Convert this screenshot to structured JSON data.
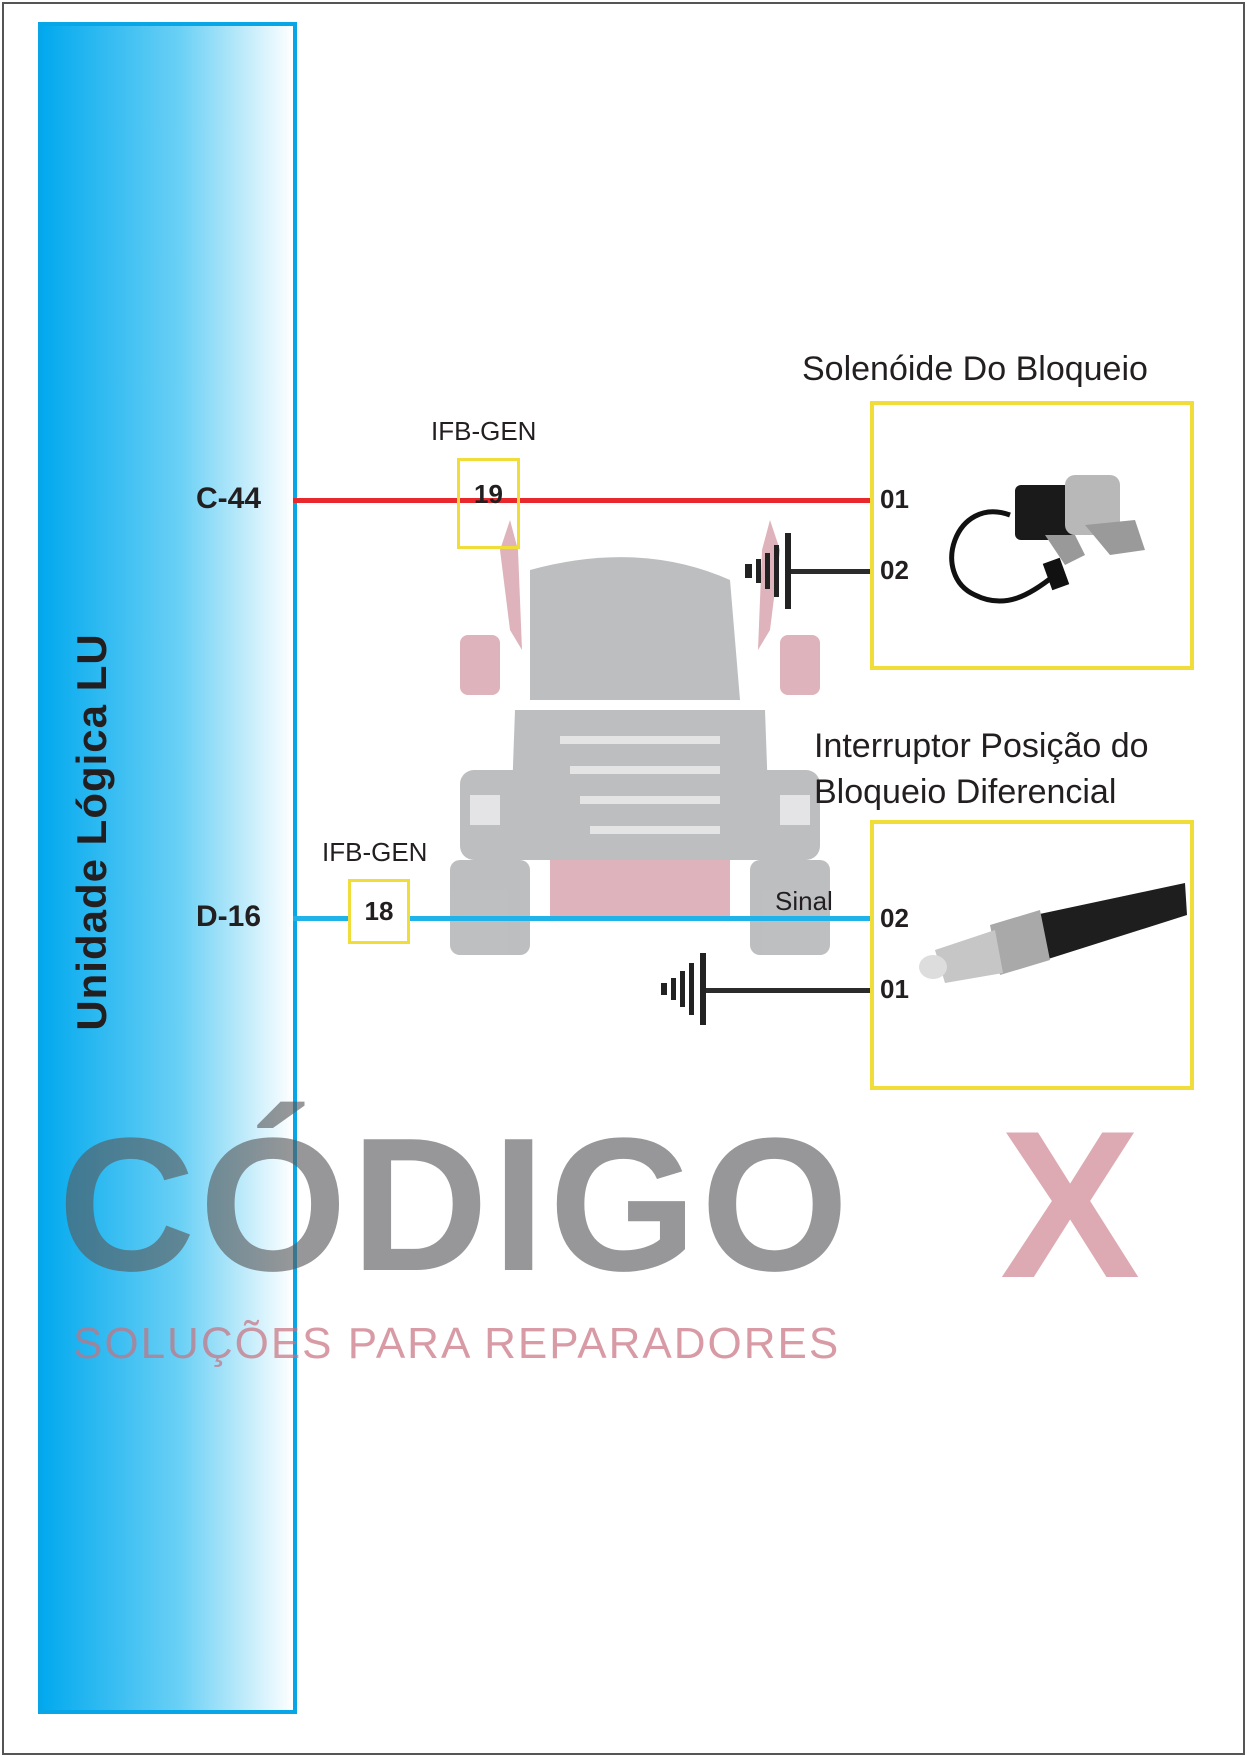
{
  "ecu": {
    "label": "Unidade Lógica LU"
  },
  "circuits": [
    {
      "ecu_pin": "C-44",
      "connector_label": "IFB-GEN",
      "connector_pin": "19",
      "wire_color": "#e8282d",
      "component_pin": "01"
    },
    {
      "ecu_pin": "D-16",
      "connector_label": "IFB-GEN",
      "connector_pin": "18",
      "wire_color": "#1fb3ea",
      "component_pin": "02",
      "wire_note": "Sinal"
    }
  ],
  "components": [
    {
      "title": "Solenóide Do Bloqueio",
      "pins": [
        "01",
        "02"
      ],
      "ground_pin": "02"
    },
    {
      "title_line1": "Interruptor Posição do",
      "title_line2": "Bloqueio Diferencial",
      "pins": [
        "02",
        "01"
      ],
      "ground_pin": "01"
    }
  ],
  "watermark": {
    "brand": "CÓDIGO",
    "brand_x": "X",
    "tagline": "SOLUÇÕES PARA REPARADORES"
  },
  "colors": {
    "accent_box": "#f0dd3a",
    "ecu_blue": "#08a6e6"
  }
}
